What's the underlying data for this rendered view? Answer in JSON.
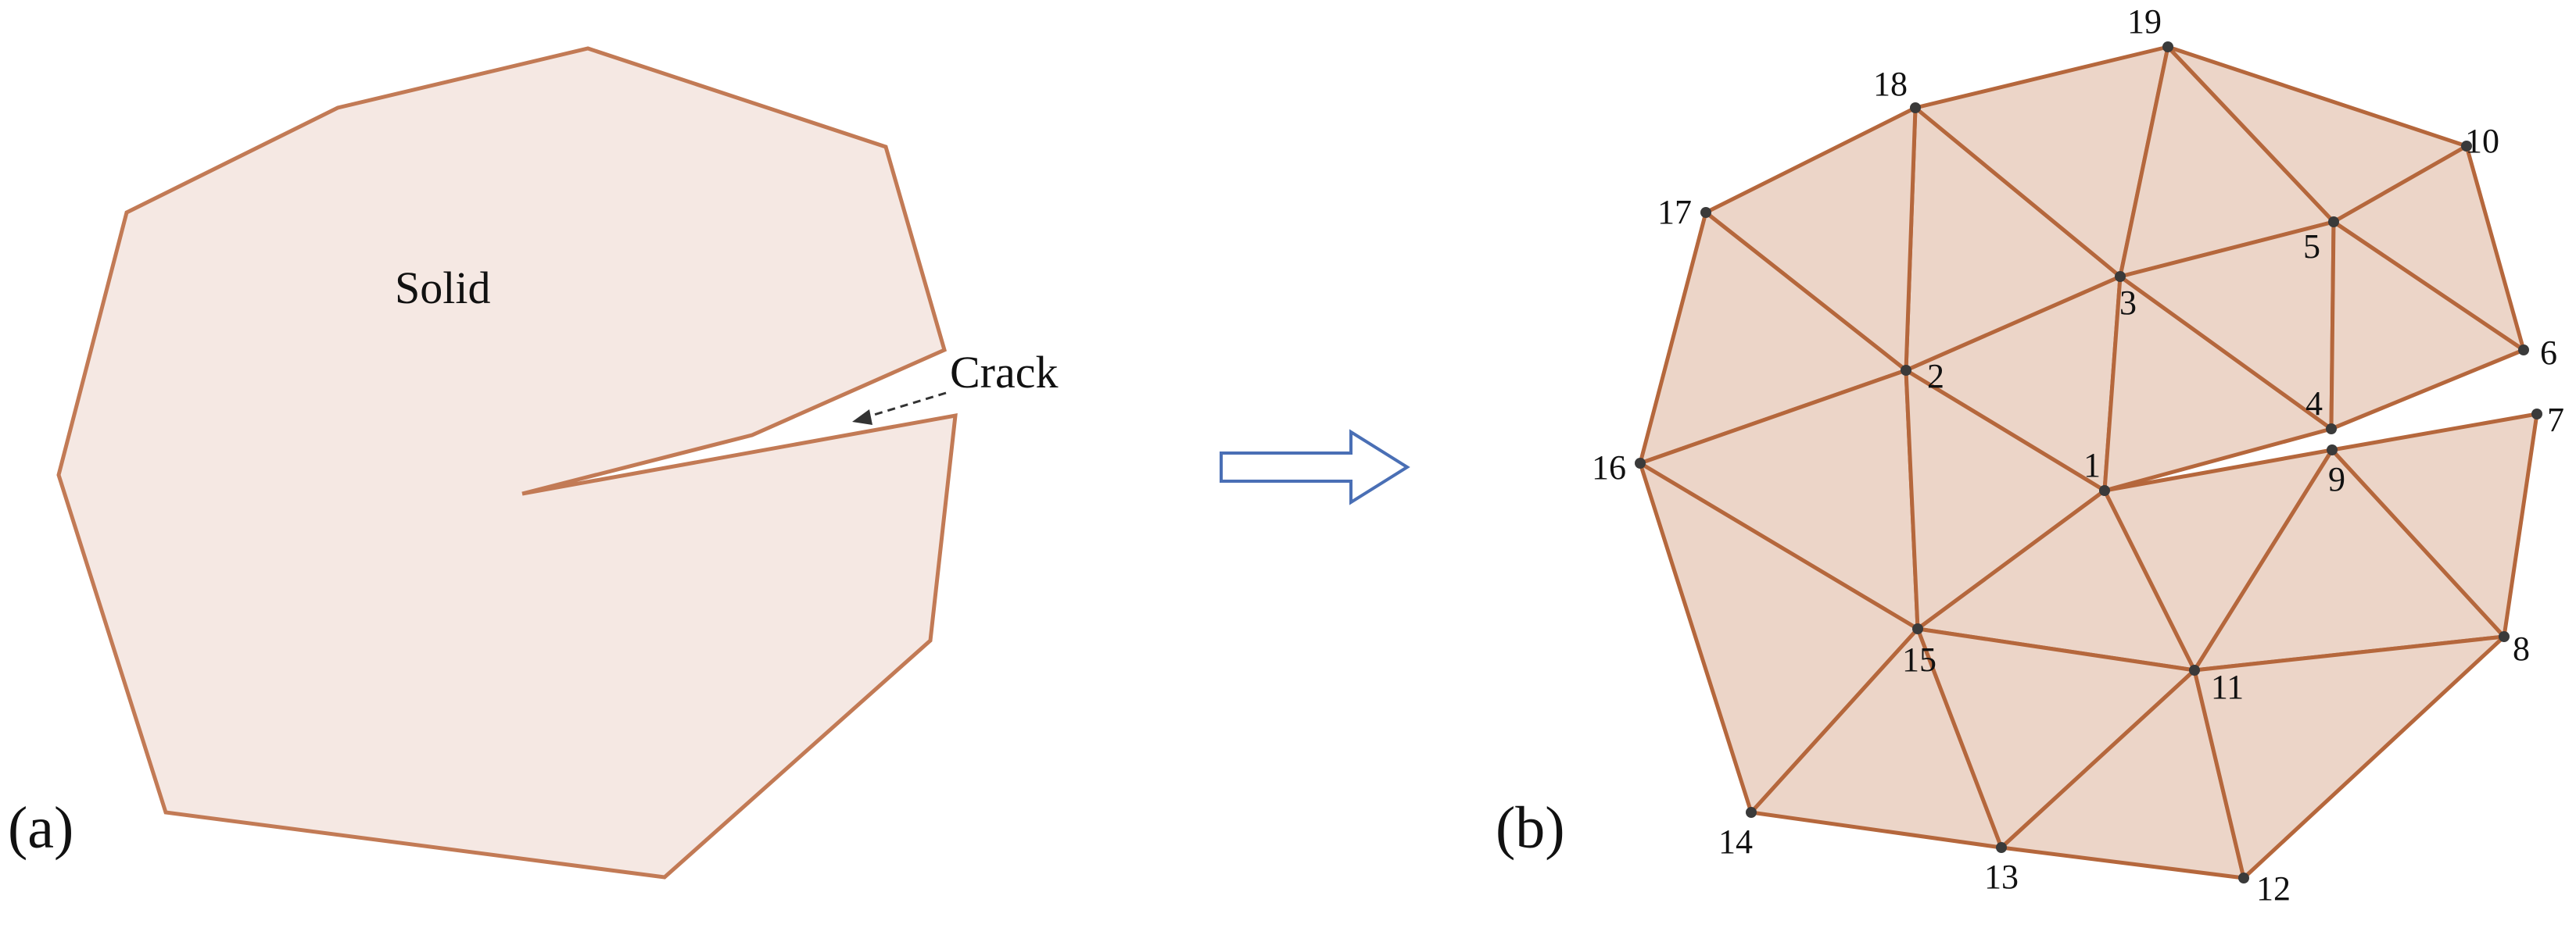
{
  "colors": {
    "fill_a": "#f5e8e3",
    "fill_b": "#ecd5c8",
    "edge": "#c27a55",
    "mesh_edge": "#b5673c",
    "node": "#3a3a3a",
    "arrow": "#4a6fb5",
    "text": "#111111"
  },
  "panel_a": {
    "label": "(a)",
    "solid_label": "Solid",
    "crack_label": "Crack"
  },
  "panel_b": {
    "label": "(b)",
    "nodes": [
      {
        "id": "1",
        "label": "1"
      },
      {
        "id": "2",
        "label": "2"
      },
      {
        "id": "3",
        "label": "3"
      },
      {
        "id": "4",
        "label": "4"
      },
      {
        "id": "5",
        "label": "5"
      },
      {
        "id": "6",
        "label": "6"
      },
      {
        "id": "7",
        "label": "7"
      },
      {
        "id": "8",
        "label": "8"
      },
      {
        "id": "9",
        "label": "9"
      },
      {
        "id": "10",
        "label": "10"
      },
      {
        "id": "11",
        "label": "11"
      },
      {
        "id": "12",
        "label": "12"
      },
      {
        "id": "13",
        "label": "13"
      },
      {
        "id": "14",
        "label": "14"
      },
      {
        "id": "15",
        "label": "15"
      },
      {
        "id": "16",
        "label": "16"
      },
      {
        "id": "17",
        "label": "17"
      },
      {
        "id": "18",
        "label": "18"
      },
      {
        "id": "19",
        "label": "19"
      }
    ],
    "elements": [
      [
        "1",
        "2",
        "3"
      ],
      [
        "1",
        "3",
        "4"
      ],
      [
        "2",
        "18",
        "3"
      ],
      [
        "3",
        "18",
        "19"
      ],
      [
        "3",
        "19",
        "5"
      ],
      [
        "3",
        "5",
        "4"
      ],
      [
        "19",
        "10",
        "5"
      ],
      [
        "5",
        "10",
        "6"
      ],
      [
        "5",
        "6",
        "4"
      ],
      [
        "17",
        "18",
        "2"
      ],
      [
        "17",
        "2",
        "16"
      ],
      [
        "16",
        "2",
        "15"
      ],
      [
        "2",
        "1",
        "15"
      ],
      [
        "15",
        "1",
        "11"
      ],
      [
        "1",
        "9",
        "11"
      ],
      [
        "9",
        "8",
        "11"
      ],
      [
        "9",
        "7",
        "8"
      ],
      [
        "16",
        "15",
        "14"
      ],
      [
        "14",
        "15",
        "13"
      ],
      [
        "15",
        "11",
        "13"
      ],
      [
        "13",
        "11",
        "12"
      ],
      [
        "11",
        "8",
        "12"
      ]
    ]
  }
}
